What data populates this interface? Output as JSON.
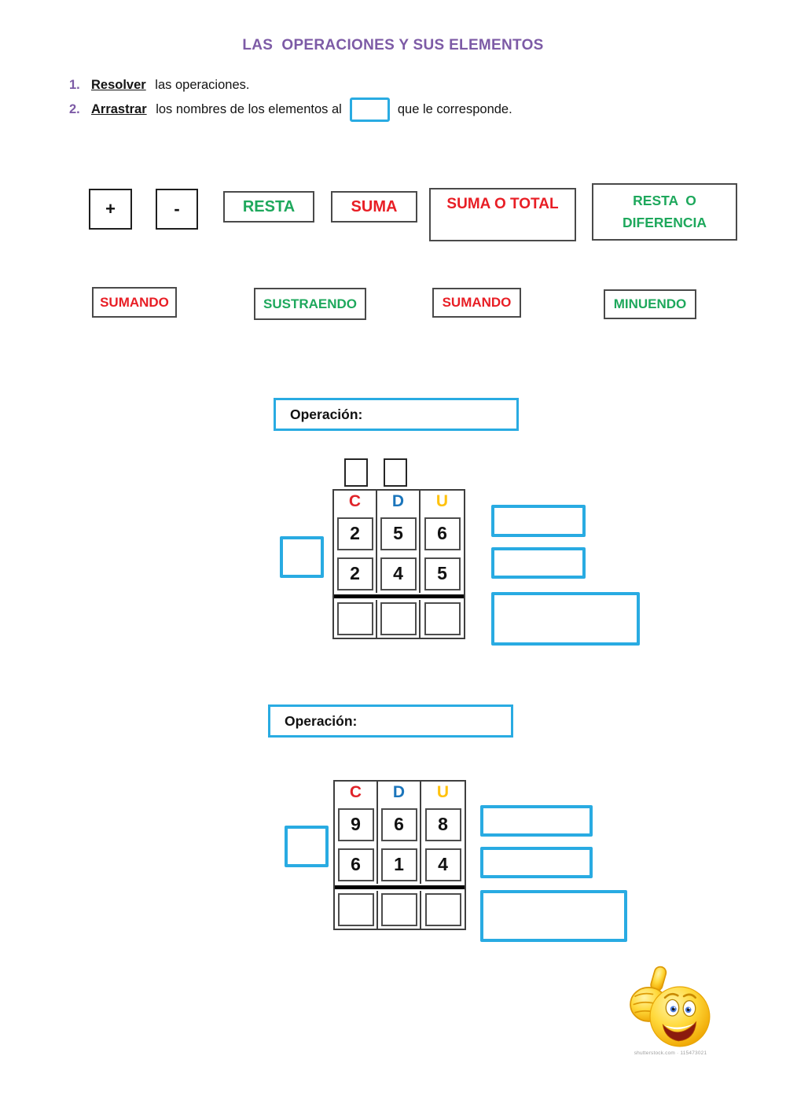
{
  "title": {
    "text": "LAS  OPERACIONES Y SUS ELEMENTOS",
    "color": "#7D5BA6"
  },
  "instructions": {
    "item1": {
      "number": "1.",
      "verb": "Resolver",
      "text": " las operaciones."
    },
    "item2": {
      "number": "2.",
      "verb": "Arrastrar",
      "text_before": " los nombres de los elementos al",
      "text_after": "que le corresponde."
    }
  },
  "colors": {
    "accent_blue": "#29ABE2",
    "word_green": "#1EA85C",
    "word_red": "#E81E25",
    "header_C": "#E02329",
    "header_D": "#1B75BB",
    "header_U": "#FFC20E",
    "title_purple": "#7D5BA6"
  },
  "word_bank": {
    "row1": [
      {
        "label": "+",
        "color": "#111111"
      },
      {
        "label": "-",
        "color": "#111111"
      },
      {
        "label": "RESTA",
        "color": "#1EA85C"
      },
      {
        "label": "SUMA",
        "color": "#E81E25"
      },
      {
        "label": "SUMA O TOTAL",
        "color": "#E81E25"
      },
      {
        "label_line1": "RESTA  O",
        "label_line2": "DIFERENCIA",
        "color": "#1EA85C"
      }
    ],
    "row2": [
      {
        "label": "SUMANDO",
        "color": "#E81E25"
      },
      {
        "label": "SUSTRAENDO",
        "color": "#1EA85C"
      },
      {
        "label": "SUMANDO",
        "color": "#E81E25"
      },
      {
        "label": "MINUENDO",
        "color": "#1EA85C"
      }
    ]
  },
  "operations": [
    {
      "label": "Operación:",
      "headers": [
        "C",
        "D",
        "U"
      ],
      "row1": [
        "2",
        "5",
        "6"
      ],
      "row2": [
        "2",
        "4",
        "5"
      ],
      "row3": [
        "",
        "",
        ""
      ],
      "carry_boxes": 2
    },
    {
      "label": "Operación:",
      "headers": [
        "C",
        "D",
        "U"
      ],
      "row1": [
        "9",
        "6",
        "8"
      ],
      "row2": [
        "6",
        "1",
        "4"
      ],
      "row3": [
        "",
        "",
        ""
      ],
      "carry_boxes": 0
    }
  ],
  "emoji": {
    "name": "thumbs-up-smiley"
  },
  "watermark": "shutterstock.com · 115473021"
}
